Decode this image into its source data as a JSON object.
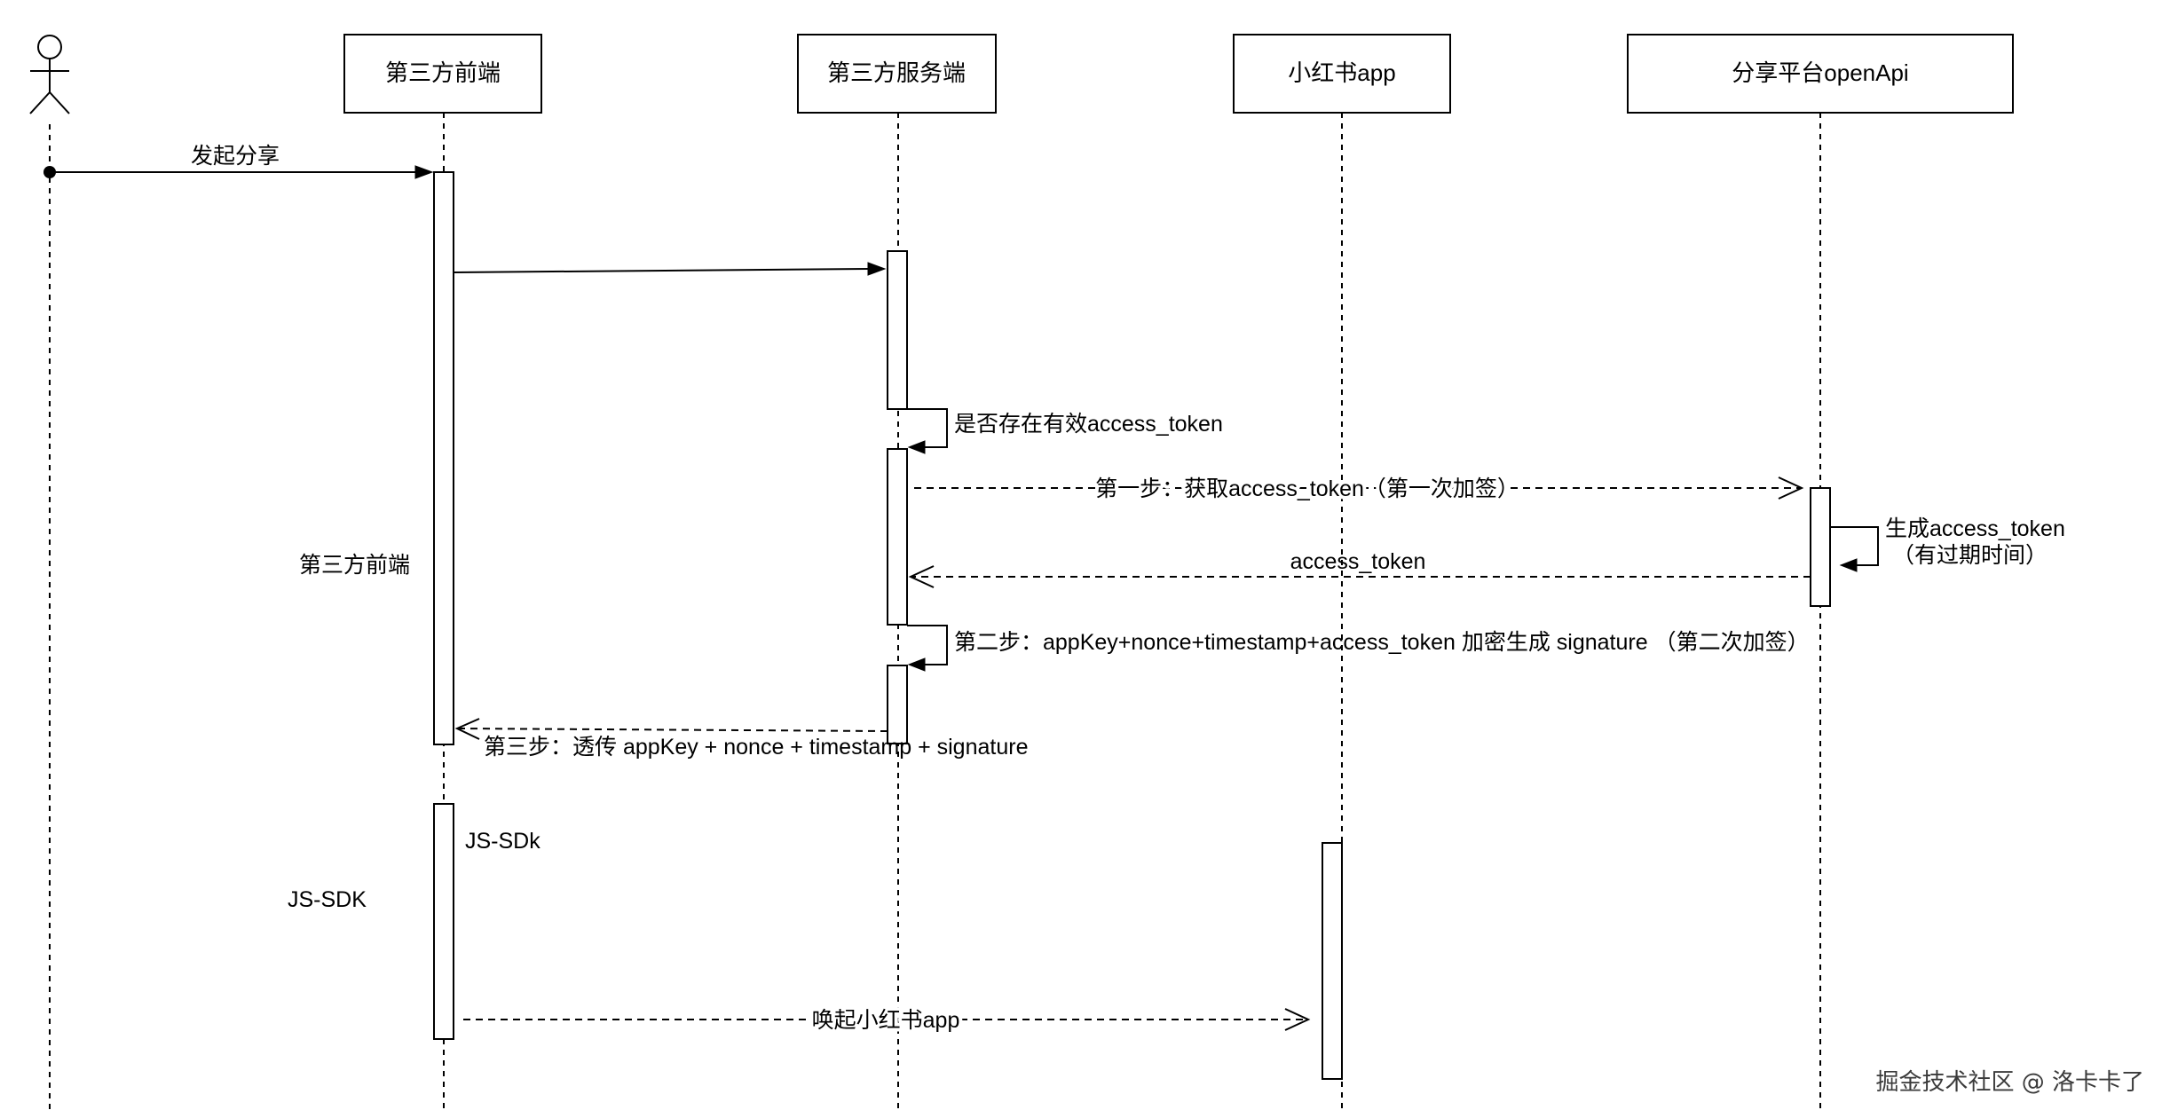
{
  "participants": [
    {
      "id": "frontend",
      "label": "第三方前端"
    },
    {
      "id": "server",
      "label": "第三方服务端"
    },
    {
      "id": "xhs_app",
      "label": "小红书app"
    },
    {
      "id": "open_api",
      "label": "分享平台openApi"
    }
  ],
  "messages": {
    "initiate_share": "发起分享",
    "check_token": "是否存在有效access_token",
    "step1_get_token": "第一步：获取access_token（第一次加签）",
    "generate_token_line1": "生成access_token",
    "generate_token_line2": "（有过期时间）",
    "return_token": "access_token",
    "step2_sign": "第二步：appKey+nonce+timestamp+access_token 加密生成 signature （第二次加签）",
    "step3_pass": "第三步：透传 appKey + nonce + timestamp + signature",
    "invoke_app": "唤起小红书app"
  },
  "notes": {
    "frontend_side_label": "第三方前端",
    "jssdk_activation_label": "JS-SDk",
    "jssdk_side_label": "JS-SDK"
  },
  "watermark": "掘金技术社区 @ 洛卡卡了"
}
